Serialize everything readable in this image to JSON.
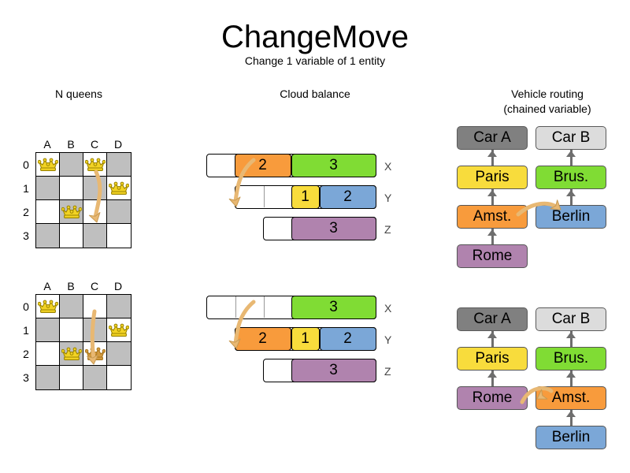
{
  "header": {
    "title": "ChangeMove",
    "subtitle": "Change 1 variable of 1 entity"
  },
  "columns": [
    {
      "id": "n-queens",
      "label": "N queens"
    },
    {
      "id": "cloud-balance",
      "label": "Cloud balance"
    },
    {
      "id": "vehicle-routing",
      "label": "Vehicle routing",
      "label2": "(chained variable)"
    }
  ],
  "colors": {
    "orange": "#F89B3C",
    "green": "#80DC34",
    "yellow": "#F8DC3C",
    "blue": "#7BA7D7",
    "purple": "#B083AE",
    "gray_dark": "#808080",
    "gray_light": "#DCDCDC",
    "board_dark": "#BFBFBF",
    "board_light": "#FFFFFF",
    "arrow": "#E8B873",
    "queen_gold": "#F2D324",
    "queen_moved": "#D49A3E"
  },
  "nqueens": {
    "col_labels": [
      "A",
      "B",
      "C",
      "D"
    ],
    "row_labels": [
      "0",
      "1",
      "2",
      "3"
    ],
    "before": {
      "queens": [
        {
          "col": 0,
          "row": 0,
          "moved": false
        },
        {
          "col": 2,
          "row": 0,
          "moved": false
        },
        {
          "col": 3,
          "row": 1,
          "moved": false
        },
        {
          "col": 1,
          "row": 2,
          "moved": false
        }
      ],
      "move_arrow": {
        "from": "C0",
        "to": "C2"
      }
    },
    "after": {
      "queens": [
        {
          "col": 0,
          "row": 0,
          "moved": false
        },
        {
          "col": 3,
          "row": 1,
          "moved": false
        },
        {
          "col": 1,
          "row": 2,
          "moved": false
        },
        {
          "col": 2,
          "row": 2,
          "moved": true
        }
      ],
      "move_arrow": {
        "from": "C0",
        "to": "C2"
      }
    }
  },
  "cloud_balance": {
    "row_tags": [
      "X",
      "Y",
      "Z"
    ],
    "before": {
      "rows": [
        {
          "tag": "X",
          "segments": [
            {
              "label": "2",
              "color": "#F89B3C",
              "width": 2
            },
            {
              "label": "3",
              "color": "#80DC34",
              "width": 3
            }
          ],
          "empty": 1
        },
        {
          "tag": "Y",
          "segments": [
            {
              "label": "1",
              "color": "#F8DC3C",
              "width": 1
            },
            {
              "label": "2",
              "color": "#7BA7D7",
              "width": 2
            }
          ],
          "empty": 2
        },
        {
          "tag": "Z",
          "segments": [
            {
              "label": "3",
              "color": "#B083AE",
              "width": 3
            }
          ],
          "empty": 1
        }
      ]
    },
    "after": {
      "rows": [
        {
          "tag": "X",
          "segments": [
            {
              "label": "3",
              "color": "#80DC34",
              "width": 3
            }
          ],
          "empty": 3
        },
        {
          "tag": "Y",
          "segments": [
            {
              "label": "2",
              "color": "#F89B3C",
              "width": 2
            },
            {
              "label": "1",
              "color": "#F8DC3C",
              "width": 1
            },
            {
              "label": "2",
              "color": "#7BA7D7",
              "width": 2
            }
          ],
          "empty": 0
        },
        {
          "tag": "Z",
          "segments": [
            {
              "label": "3",
              "color": "#B083AE",
              "width": 3
            }
          ],
          "empty": 1
        }
      ]
    },
    "move_arrow": {
      "from": "X",
      "to": "Y"
    }
  },
  "vehicle_routing": {
    "before": {
      "chains": [
        {
          "vehicle": "Car A",
          "vehicle_color": "#808080",
          "stops": [
            {
              "label": "Paris",
              "color": "#F8DC3C"
            },
            {
              "label": "Amst.",
              "color": "#F89B3C"
            },
            {
              "label": "Rome",
              "color": "#B083AE"
            }
          ]
        },
        {
          "vehicle": "Car B",
          "vehicle_color": "#DCDCDC",
          "stops": [
            {
              "label": "Brus.",
              "color": "#80DC34"
            },
            {
              "label": "Berlin",
              "color": "#7BA7D7"
            }
          ]
        }
      ],
      "move_arrow": {
        "from": "Amst.",
        "to": "Brus."
      }
    },
    "after": {
      "chains": [
        {
          "vehicle": "Car A",
          "vehicle_color": "#808080",
          "stops": [
            {
              "label": "Paris",
              "color": "#F8DC3C"
            },
            {
              "label": "Rome",
              "color": "#B083AE"
            }
          ]
        },
        {
          "vehicle": "Car B",
          "vehicle_color": "#DCDCDC",
          "stops": [
            {
              "label": "Brus.",
              "color": "#80DC34"
            },
            {
              "label": "Amst.",
              "color": "#F89B3C"
            },
            {
              "label": "Berlin",
              "color": "#7BA7D7"
            }
          ]
        }
      ],
      "move_arrow": {
        "from": "Amst.",
        "to": "Berlin-chain"
      }
    }
  }
}
